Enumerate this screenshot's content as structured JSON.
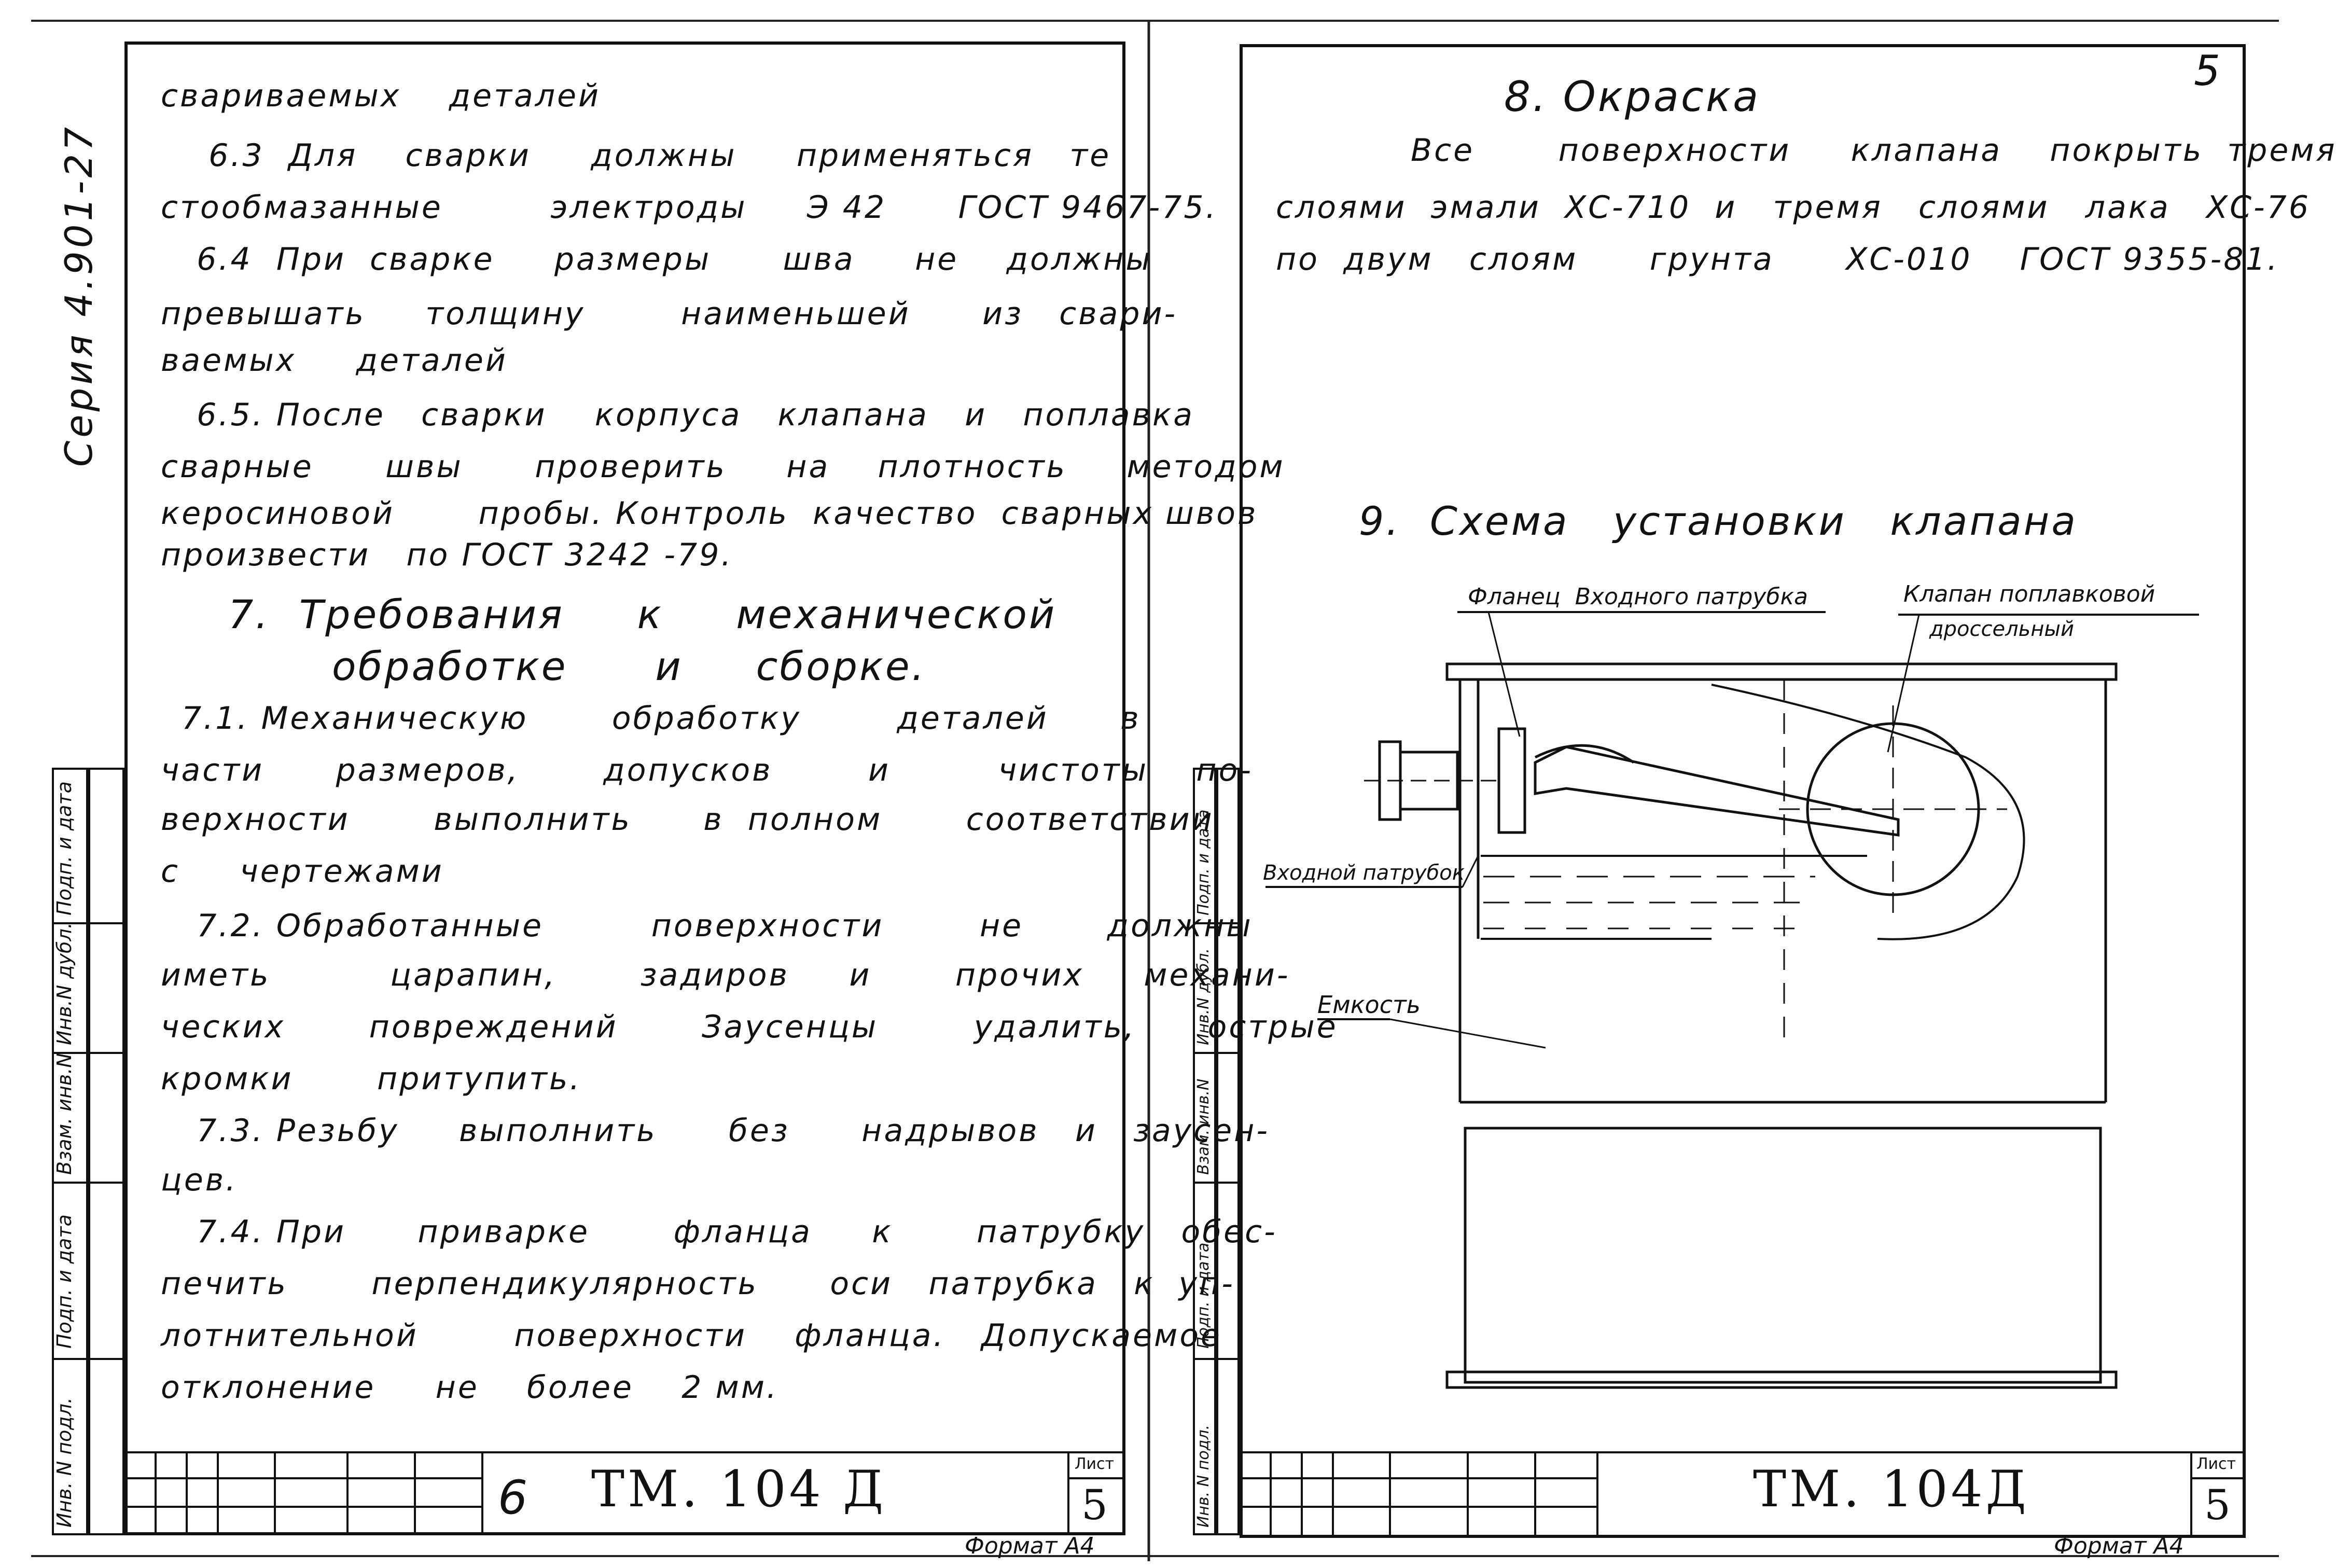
{
  "series_label": "Серия 4.901-27",
  "left_page": {
    "sheet_number_handwritten": "6",
    "drawing_code": "ТМ. 104 Д",
    "sheet_label": "Лист",
    "sheet_value": "5",
    "format_label": "Формат А4",
    "side_stamp": [
      "Инв. N подл.",
      "Подп. и дата",
      "Взам. инв.N",
      "Инв.N дубл.",
      "Подп. и дата"
    ],
    "lines": [
      "свариваемых    деталей",
      "    6.3  Для    сварки     должны     применяться   те",
      "стообмазанные         электроды     Э 42      ГОСТ 9467-75.",
      "   6.4  При  сварке     размеры      шва     не    должны",
      "превышать     толщину        наименьшей      из   свари-",
      "ваемых     деталей",
      "   6.5. После   сварки    корпуса   клапана   и   поплавка",
      "сварные      швы      проверить     на    плотность     методом",
      "керосиновой       пробы. Контроль  качество  сварных швов",
      "произвести   по ГОСТ 3242 -79.",
      "7.1. Механическую       обработку        деталей      в",
      "части      размеров,       допусков        и         чистоты    по-",
      "верхности       выполнить      в  полном       соответствии",
      "с     чертежами",
      "   7.2. Обработанные         поверхности        не       должны",
      "иметь          царапин,       задиров     и       прочих     механи-",
      "ческих       повреждений       Заусенцы        удалить,      острые",
      "кромки       притупить.",
      "   7.3. Резьбу     выполнить      без      надрывов   и   заусен-",
      "цев.",
      "   7.4. При      приварке       фланца     к       патрубку   обес-",
      "печить       перпендикулярность      оси   патрубка   к  уп-",
      "лотнительной        поверхности    фланца.   Допускаемое",
      "отклонение     не    более    2 мм."
    ],
    "section7_title_1": "7.  Требования     к     механической",
    "section7_title_2": "обработке      и     сборке."
  },
  "right_page": {
    "page_number": "5",
    "section8_title": "8. Окраска",
    "section8_lines": [
      "Все       поверхности     клапана    покрыть  тремя",
      "слоями  эмали  ХС-710  и   тремя   слоями   лака   ХС-76",
      "по  двум   слоям      грунта      ХС-010    ГОСТ 9355-81."
    ],
    "section9_title": "9.  Схема   установки   клапана",
    "label_flange": "Фланец  Входного патрубка",
    "label_valve_1": "Клапан поплавковой",
    "label_valve_2": "дроссельный",
    "label_inlet": "Входной патрубок",
    "label_tank": "Емкость",
    "drawing_code": "ТМ. 104Д",
    "sheet_label": "Лист",
    "sheet_value": "5",
    "format_label": "Формат А4",
    "side_stamp": [
      "Инв. N подл.",
      "Подп. и дата",
      "Взам. инв.N",
      "Инв.N дубл.",
      "Подп. и дата"
    ]
  }
}
